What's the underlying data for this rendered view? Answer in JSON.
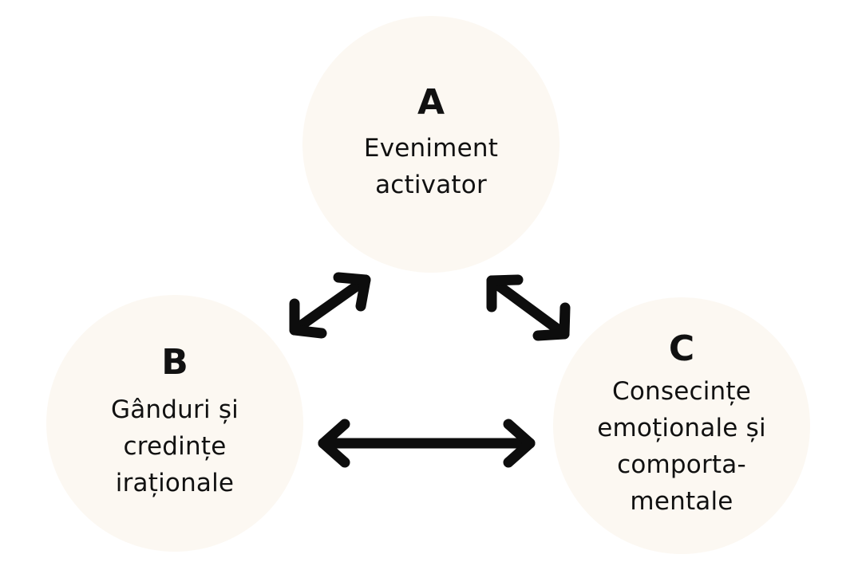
{
  "colors": {
    "background": "#ffffff",
    "circle_fill": "#fcf8f2",
    "text": "#111111",
    "arrow": "#0d0d0d"
  },
  "nodes": {
    "a": {
      "letter": "A",
      "lines": [
        "Eveniment",
        "activator"
      ]
    },
    "b": {
      "letter": "B",
      "lines": [
        "Gânduri și",
        "credințe",
        "iraționale"
      ]
    },
    "c": {
      "letter": "C",
      "lines": [
        "Consecințe",
        "emoționale și",
        "comporta-",
        "mentale"
      ]
    }
  },
  "connections": [
    {
      "from": "a",
      "to": "b",
      "style": "double-headed-arrow"
    },
    {
      "from": "a",
      "to": "c",
      "style": "double-headed-arrow"
    },
    {
      "from": "b",
      "to": "c",
      "style": "double-headed-arrow"
    }
  ]
}
